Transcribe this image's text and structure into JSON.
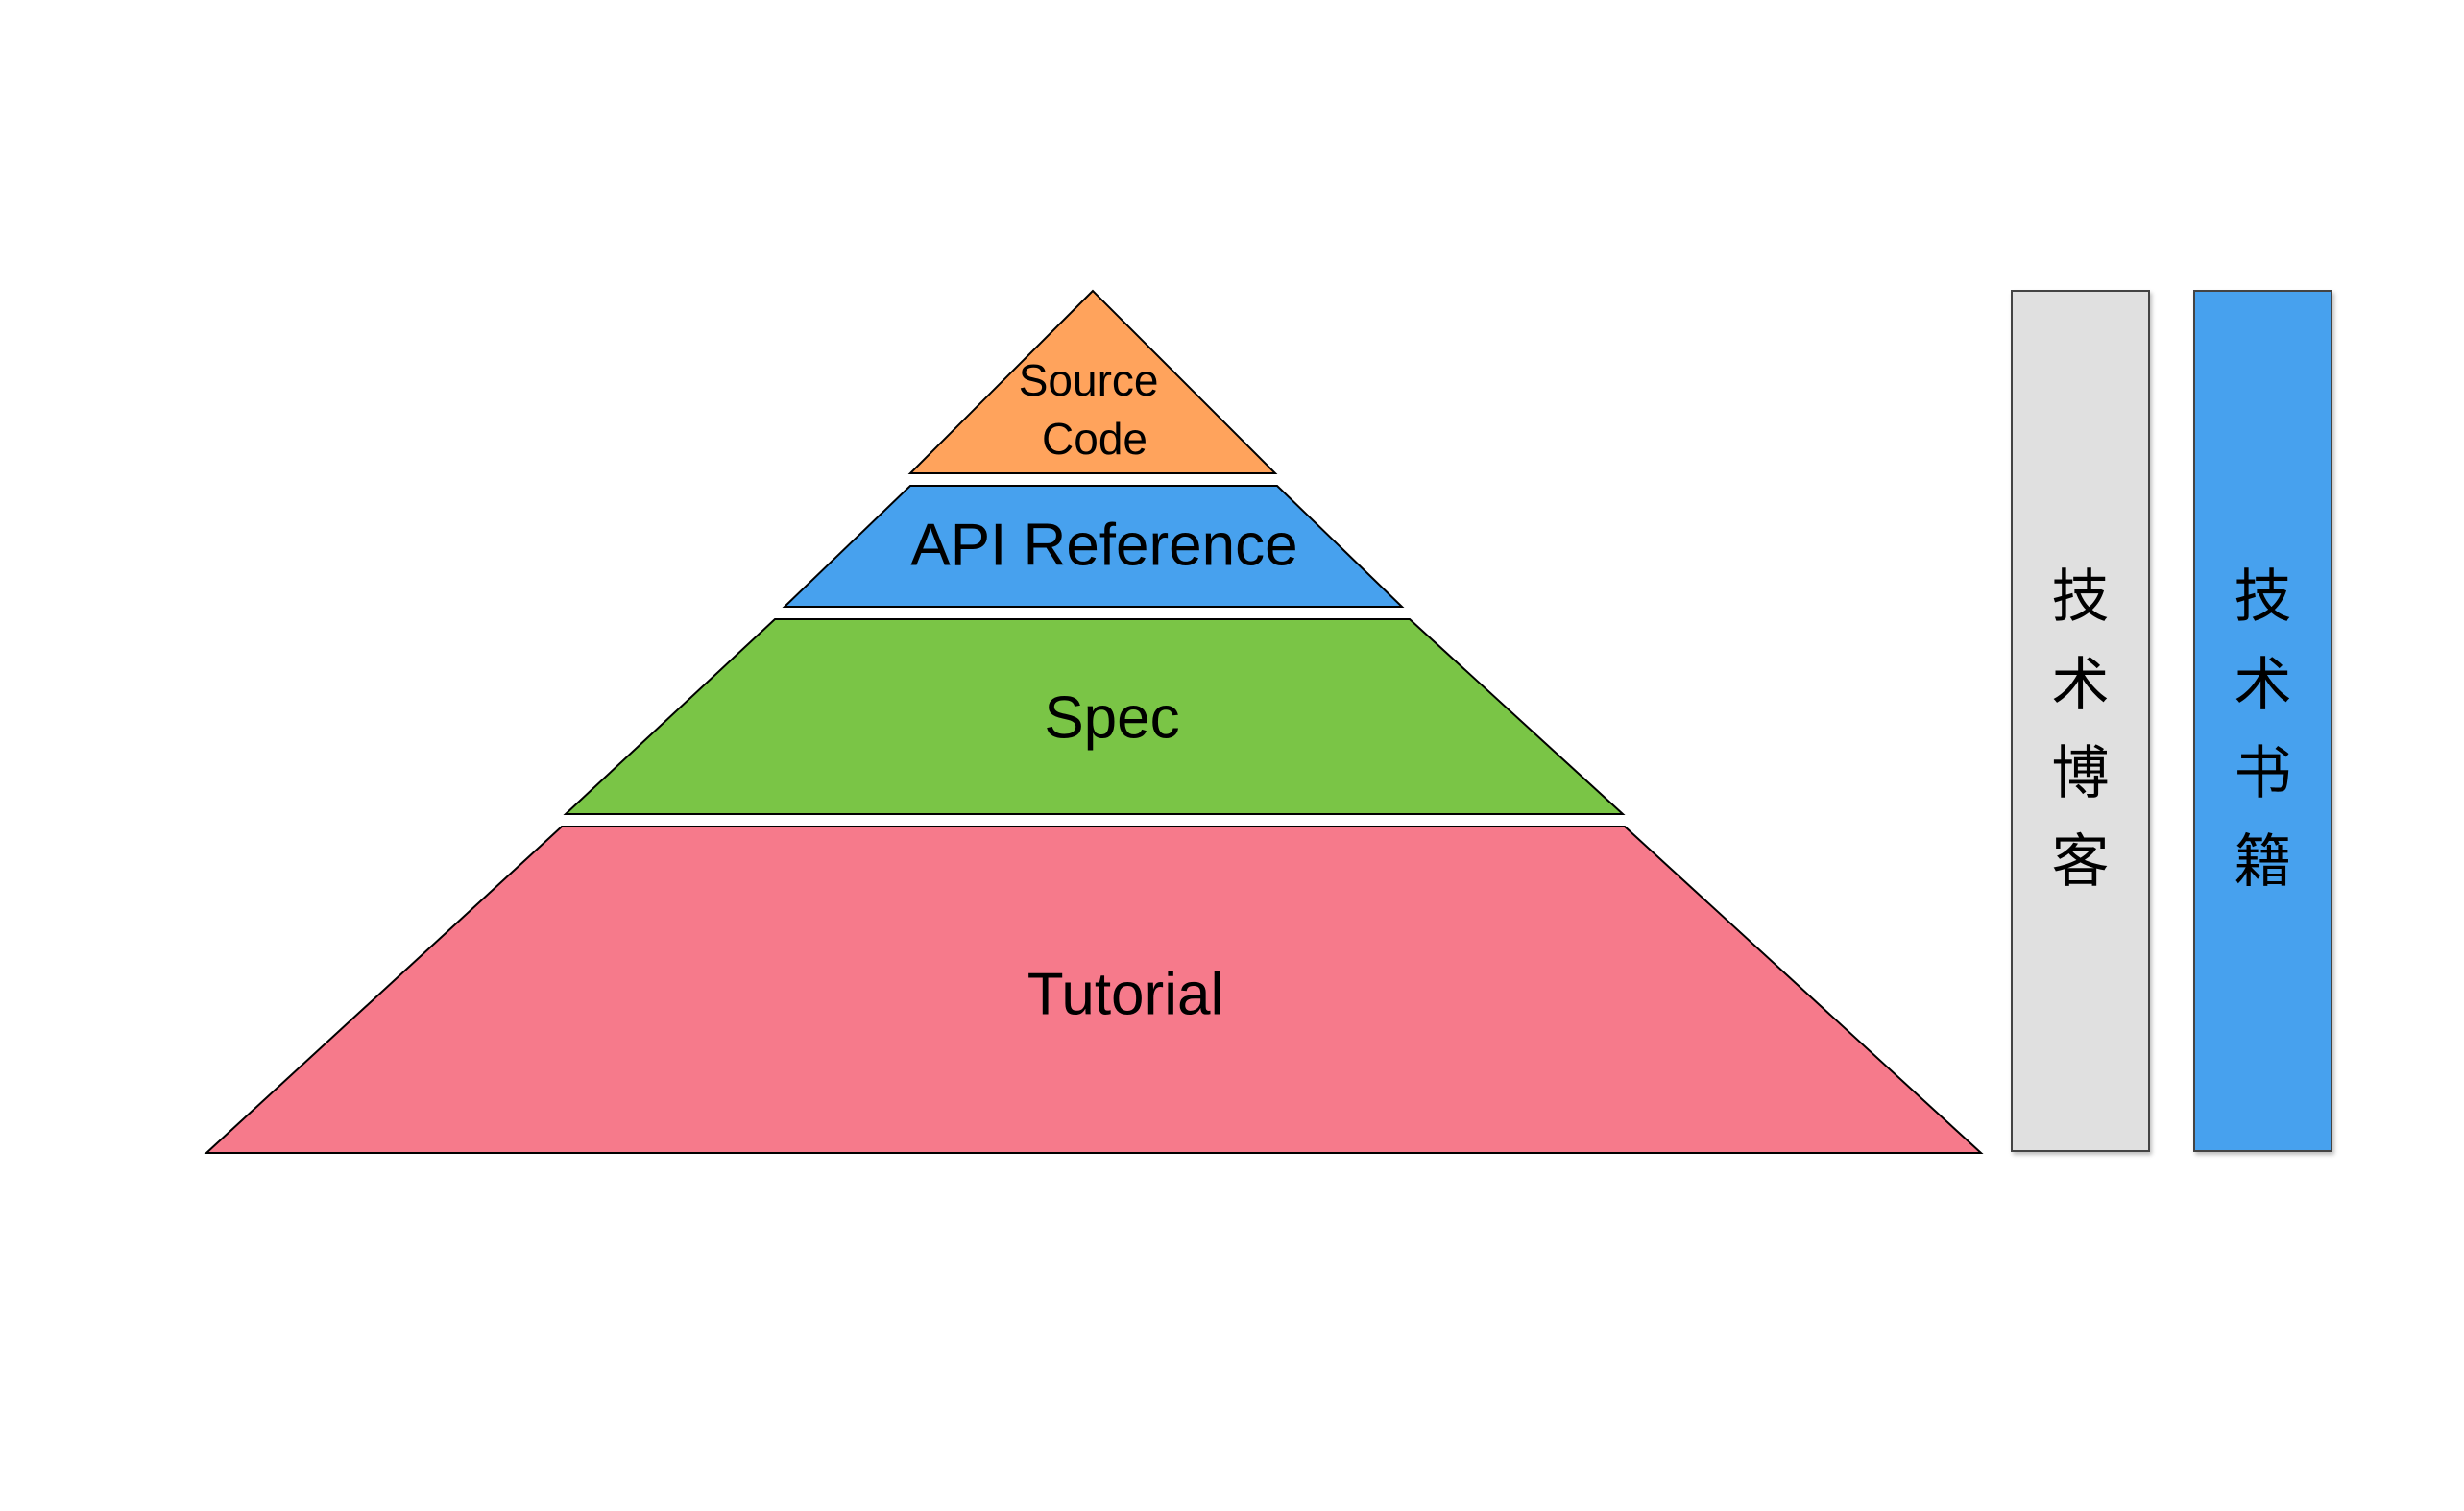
{
  "pyramid": {
    "layers": [
      {
        "label_lines": [
          "Source",
          "Code"
        ],
        "color": "#FFA35C"
      },
      {
        "label_lines": [
          "API Reference"
        ],
        "color": "#47A1EE"
      },
      {
        "label_lines": [
          "Spec"
        ],
        "color": "#7AC546"
      },
      {
        "label_lines": [
          "Tutorial"
        ],
        "color": "#F67A8B"
      }
    ]
  },
  "columns": [
    {
      "label": "技术博客",
      "color": "#E0E0E0"
    },
    {
      "label": "技术书籍",
      "color": "#47A1EE"
    }
  ]
}
